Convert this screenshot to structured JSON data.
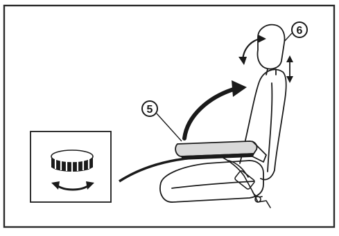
{
  "figure": {
    "subject": "seat-armrest-headrest-adjustment",
    "callouts": [
      {
        "id": "armrest",
        "label": "5"
      },
      {
        "id": "headrest",
        "label": "6"
      }
    ],
    "inset": {
      "subject": "adjustment-knob",
      "icon": "rotate-arrow-icon"
    },
    "colors": {
      "ink": "#1a1a1a",
      "paper": "#ffffff",
      "frame": "#2a2a2a"
    }
  }
}
